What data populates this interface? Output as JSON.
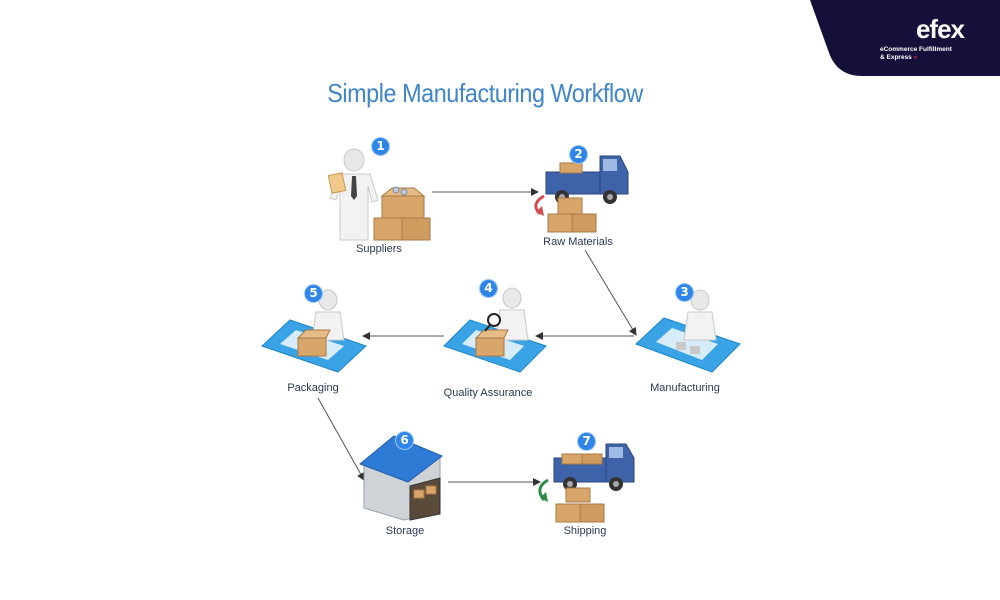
{
  "brand": {
    "logo_text": "efex",
    "tagline": "eCommerce Fulfillment",
    "tagline2": "& Express",
    "color_bg": "#14103a",
    "color_accent": "#e0303a"
  },
  "diagram": {
    "title": "Simple Manufacturing Workflow",
    "title_color": "#3f85c9",
    "badge_color": "#2f86e8",
    "steps": [
      {
        "number": "1",
        "label": "Suppliers"
      },
      {
        "number": "2",
        "label": "Raw Materials"
      },
      {
        "number": "3",
        "label": "Manufacturing"
      },
      {
        "number": "4",
        "label": "Quality Assurance"
      },
      {
        "number": "5",
        "label": "Packaging"
      },
      {
        "number": "6",
        "label": "Storage"
      },
      {
        "number": "7",
        "label": "Shipping"
      }
    ],
    "flow": [
      "1-2",
      "2-3",
      "3-4",
      "4-5",
      "5-6",
      "6-7"
    ]
  }
}
